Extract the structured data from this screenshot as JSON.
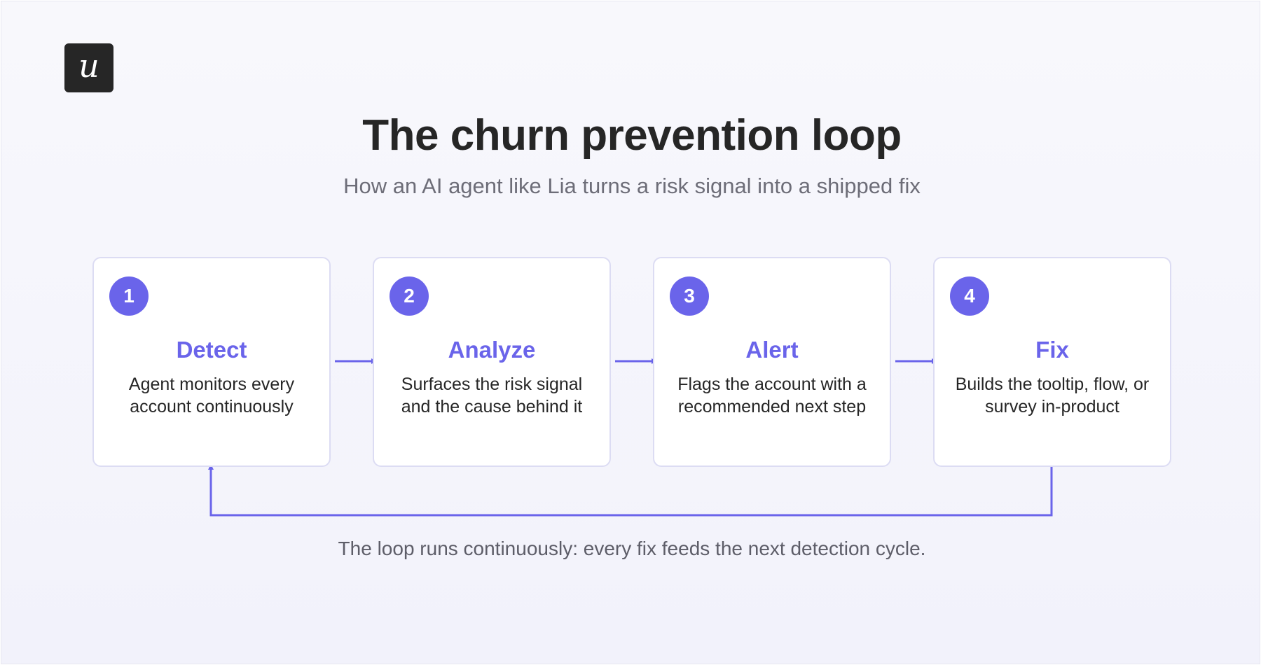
{
  "logo": {
    "letter": "u"
  },
  "title": "The churn prevention loop",
  "subtitle": "How an AI agent like Lia turns a risk signal into a shipped fix",
  "steps": [
    {
      "number": "1",
      "title": "Detect",
      "description": "Agent monitors every account continuously"
    },
    {
      "number": "2",
      "title": "Analyze",
      "description": "Surfaces the risk signal and the cause behind it"
    },
    {
      "number": "3",
      "title": "Alert",
      "description": "Flags the account with a recommended next step"
    },
    {
      "number": "4",
      "title": "Fix",
      "description": "Builds the tooltip, flow, or survey in-product"
    }
  ],
  "footnote": "The loop runs continuously: every fix feeds the next detection cycle.",
  "colors": {
    "accent": "#6a64ea",
    "text": "#262626",
    "muted": "#6d6d78",
    "card_border": "#dcdcf3"
  }
}
